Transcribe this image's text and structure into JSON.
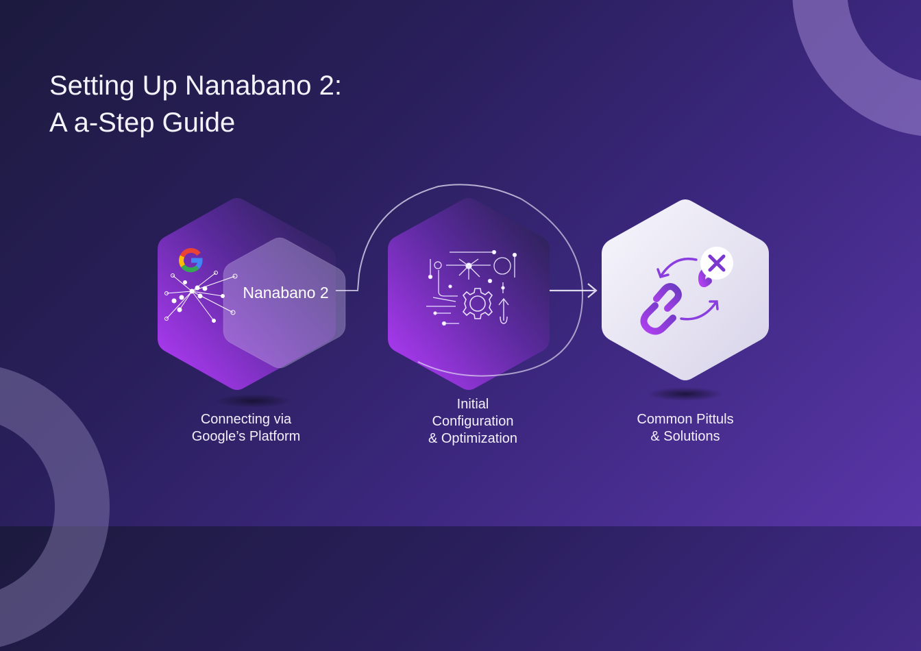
{
  "title": {
    "line1": "Setting Up Nanabano 2:",
    "line2": "A a-Step Guide"
  },
  "steps": [
    {
      "label_line1": "Connecting via",
      "label_line2": "Google’s Platform",
      "overlay_text": "Nanabano 2",
      "icons": [
        "google-logo-icon",
        "network-graph-icon"
      ]
    },
    {
      "label_line1": "Initial",
      "label_line2": "Configuration",
      "label_line3": "& Optimization",
      "icons": [
        "circuit-icon",
        "gear-icon",
        "upload-arrow-icon"
      ]
    },
    {
      "label_line1": "Common Pittuls",
      "label_line2": "& Solutions",
      "icons": [
        "broken-link-icon",
        "close-icon",
        "cycle-arrows-icon"
      ]
    }
  ],
  "colors": {
    "background_dark": "#1c1a3e",
    "background_light": "#5a36a8",
    "accent_purple": "#a63cf0",
    "light_hex": "#eceaf4",
    "icon_purple": "#8a3ee0"
  }
}
